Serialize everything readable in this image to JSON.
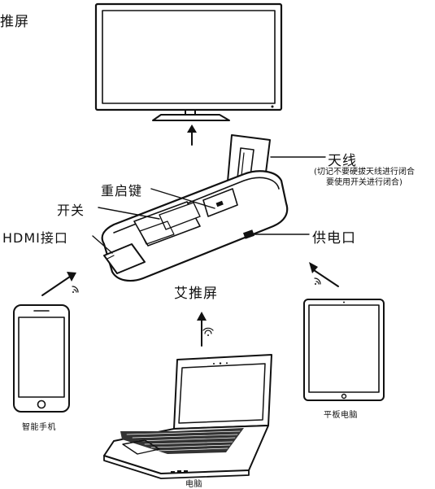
{
  "labels": {
    "top_left": "推屏",
    "antenna": "天线",
    "antenna_note_1": "(切记不要硬拔天线进行闭合",
    "antenna_note_2": "要使用开关进行闭合)",
    "restart_key": "重启键",
    "switch": "开关",
    "hdmi_port": "HDMI接口",
    "power_port": "供电口",
    "product_name": "艾推屏",
    "smartphone": "智能手机",
    "tablet": "平板电脑",
    "laptop": "电脑"
  },
  "icons": [
    "tv-icon",
    "dongle-icon",
    "smartphone-icon",
    "tablet-icon",
    "laptop-icon",
    "wifi-icon",
    "arrow-icon"
  ]
}
